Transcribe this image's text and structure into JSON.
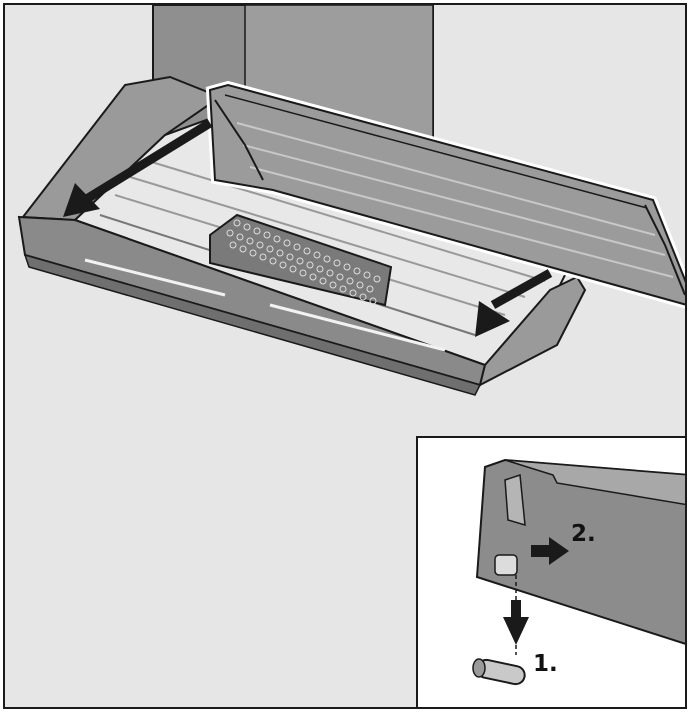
{
  "illustration": {
    "description_icon_main": "range-hood-grease-filter-removal",
    "inset": {
      "step_1_label": "1.",
      "step_2_label": "2."
    }
  },
  "colors": {
    "background": "#e6e6e6",
    "metal_dark": "#8a8a8a",
    "metal_mid": "#b5b5b5",
    "metal_light": "#d8d8d8",
    "outline": "#1a1a1a",
    "arrow": "#1a1a1a"
  }
}
